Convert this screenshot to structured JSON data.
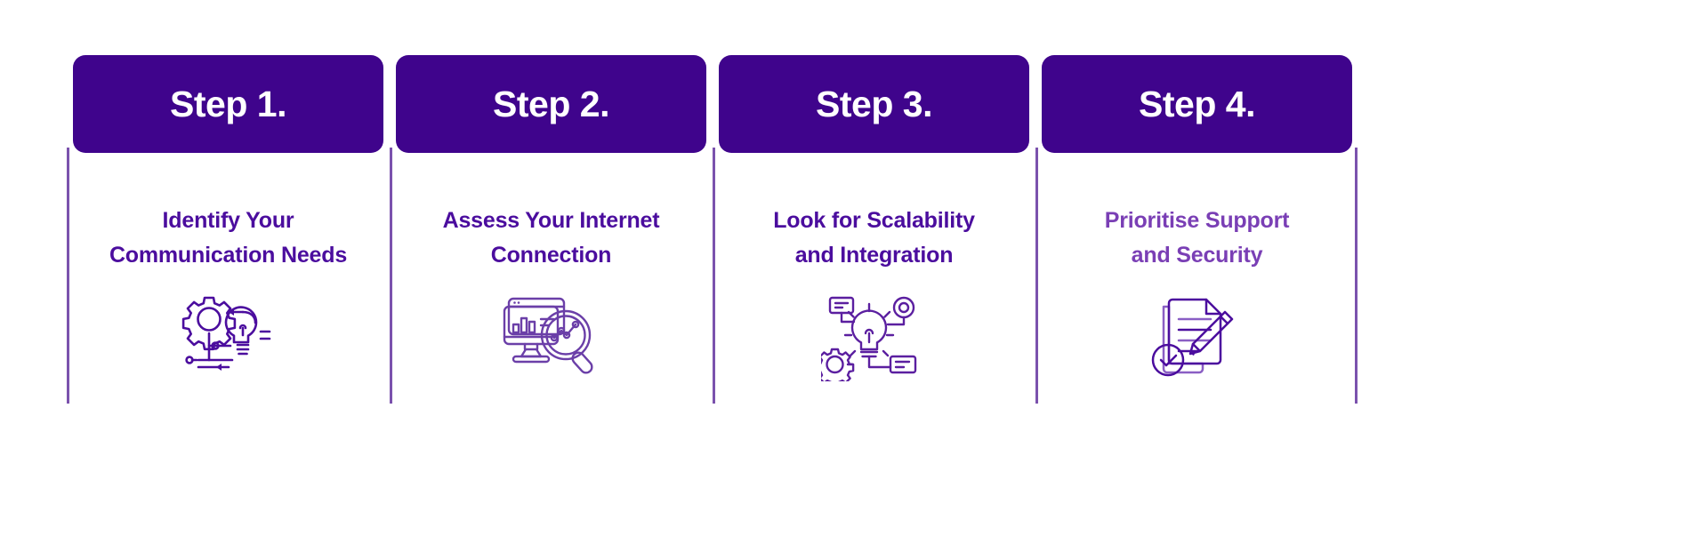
{
  "page": {
    "background_color": "#ffffff",
    "accent_deep": "#3f048c",
    "accent_title": "#4b0d9e",
    "accent_title_light": "#7a3fb5",
    "divider_color": "#7b52ad",
    "header_text_color": "#ffffff"
  },
  "steps": [
    {
      "header_label": "Step 1.",
      "title_line_1": "Identify Your",
      "title_line_2": "Communication Needs",
      "icon_name": "gear-lightbulb-circuit-icon"
    },
    {
      "header_label": "Step 2.",
      "title_line_1": "Assess Your Internet",
      "title_line_2": "Connection",
      "icon_name": "monitor-chart-magnifier-icon"
    },
    {
      "header_label": "Step 3.",
      "title_line_1": "Look for Scalability",
      "title_line_2": "and Integration",
      "icon_name": "lightbulb-gear-network-icon"
    },
    {
      "header_label": "Step 4.",
      "title_line_1": "Prioritise Support",
      "title_line_2": "and Security",
      "icon_name": "document-pencil-check-icon"
    }
  ]
}
